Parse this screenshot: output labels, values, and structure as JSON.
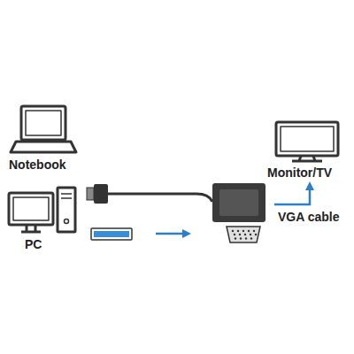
{
  "diagram": {
    "labels": [
      "Notebook",
      "PC",
      "Monitor/TV",
      "VGA cable"
    ]
  }
}
